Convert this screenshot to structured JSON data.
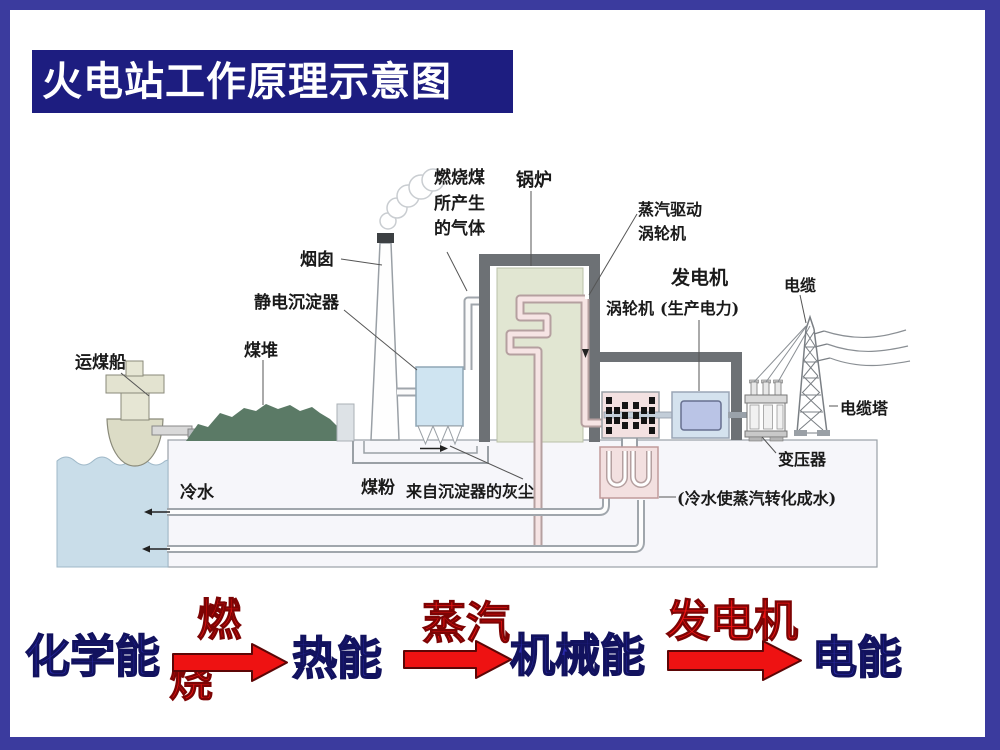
{
  "title": "火电站工作原理示意图",
  "diagram": {
    "labels": {
      "coal_ship": "运煤船",
      "coal_pile": "煤堆",
      "chimney": "烟囱",
      "precipitator": "静电沉淀器",
      "flue_gas": "燃烧煤\n所产生\n的气体",
      "boiler": "锅炉",
      "steam_drive": "蒸汽驱动\n涡轮机",
      "generator": "发电机",
      "turbine": "涡轮机",
      "produces_power": "(生产电力)",
      "cable": "电缆",
      "cable_tower": "电缆塔",
      "transformer": "变压器",
      "cold_water": "冷水",
      "coal_powder": "煤粉",
      "ash_from_precipitator": "来自沉淀器的灰尘",
      "condenser_note": "(冷水使蒸汽转化成水)"
    }
  },
  "energy_chain": {
    "stages": [
      "化学能",
      "热能",
      "机械能",
      "电能"
    ],
    "arrow_labels": {
      "burn_top": "燃",
      "burn_bottom": "烧",
      "steam": "蒸汽",
      "generator": "发电机"
    }
  },
  "colors": {
    "frame_border": "#3b3b9e",
    "title_bg": "#1d1d80",
    "title_text": "#ffffff",
    "energy_blue": "#2a2aac",
    "energy_red": "#ee1212",
    "arrow_red": "#ee1212",
    "coal_green": "#5b7a66",
    "water_blue": "#c9dde9",
    "boiler_green": "#e1e6d2",
    "precipitator_blue": "#cfe4f1",
    "turbine_pink": "#f3e1e1",
    "generator_blue": "#d4e2ee"
  }
}
